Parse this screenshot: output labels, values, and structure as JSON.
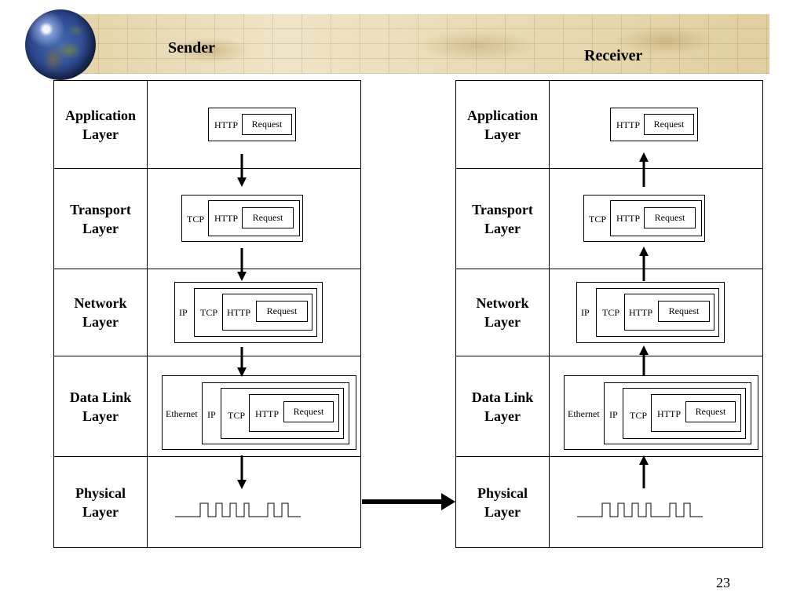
{
  "titles": {
    "sender": "Sender",
    "receiver": "Receiver"
  },
  "layers": [
    {
      "line1": "Application",
      "line2": "Layer"
    },
    {
      "line1": "Transport",
      "line2": "Layer"
    },
    {
      "line1": "Network",
      "line2": "Layer"
    },
    {
      "line1": "Data Link",
      "line2": "Layer"
    },
    {
      "line1": "Physical",
      "line2": "Layer"
    }
  ],
  "headers": {
    "ethernet": "Ethernet",
    "ip": "IP",
    "tcp": "TCP",
    "http": "HTTP",
    "request": "Request"
  },
  "page_number": "23"
}
